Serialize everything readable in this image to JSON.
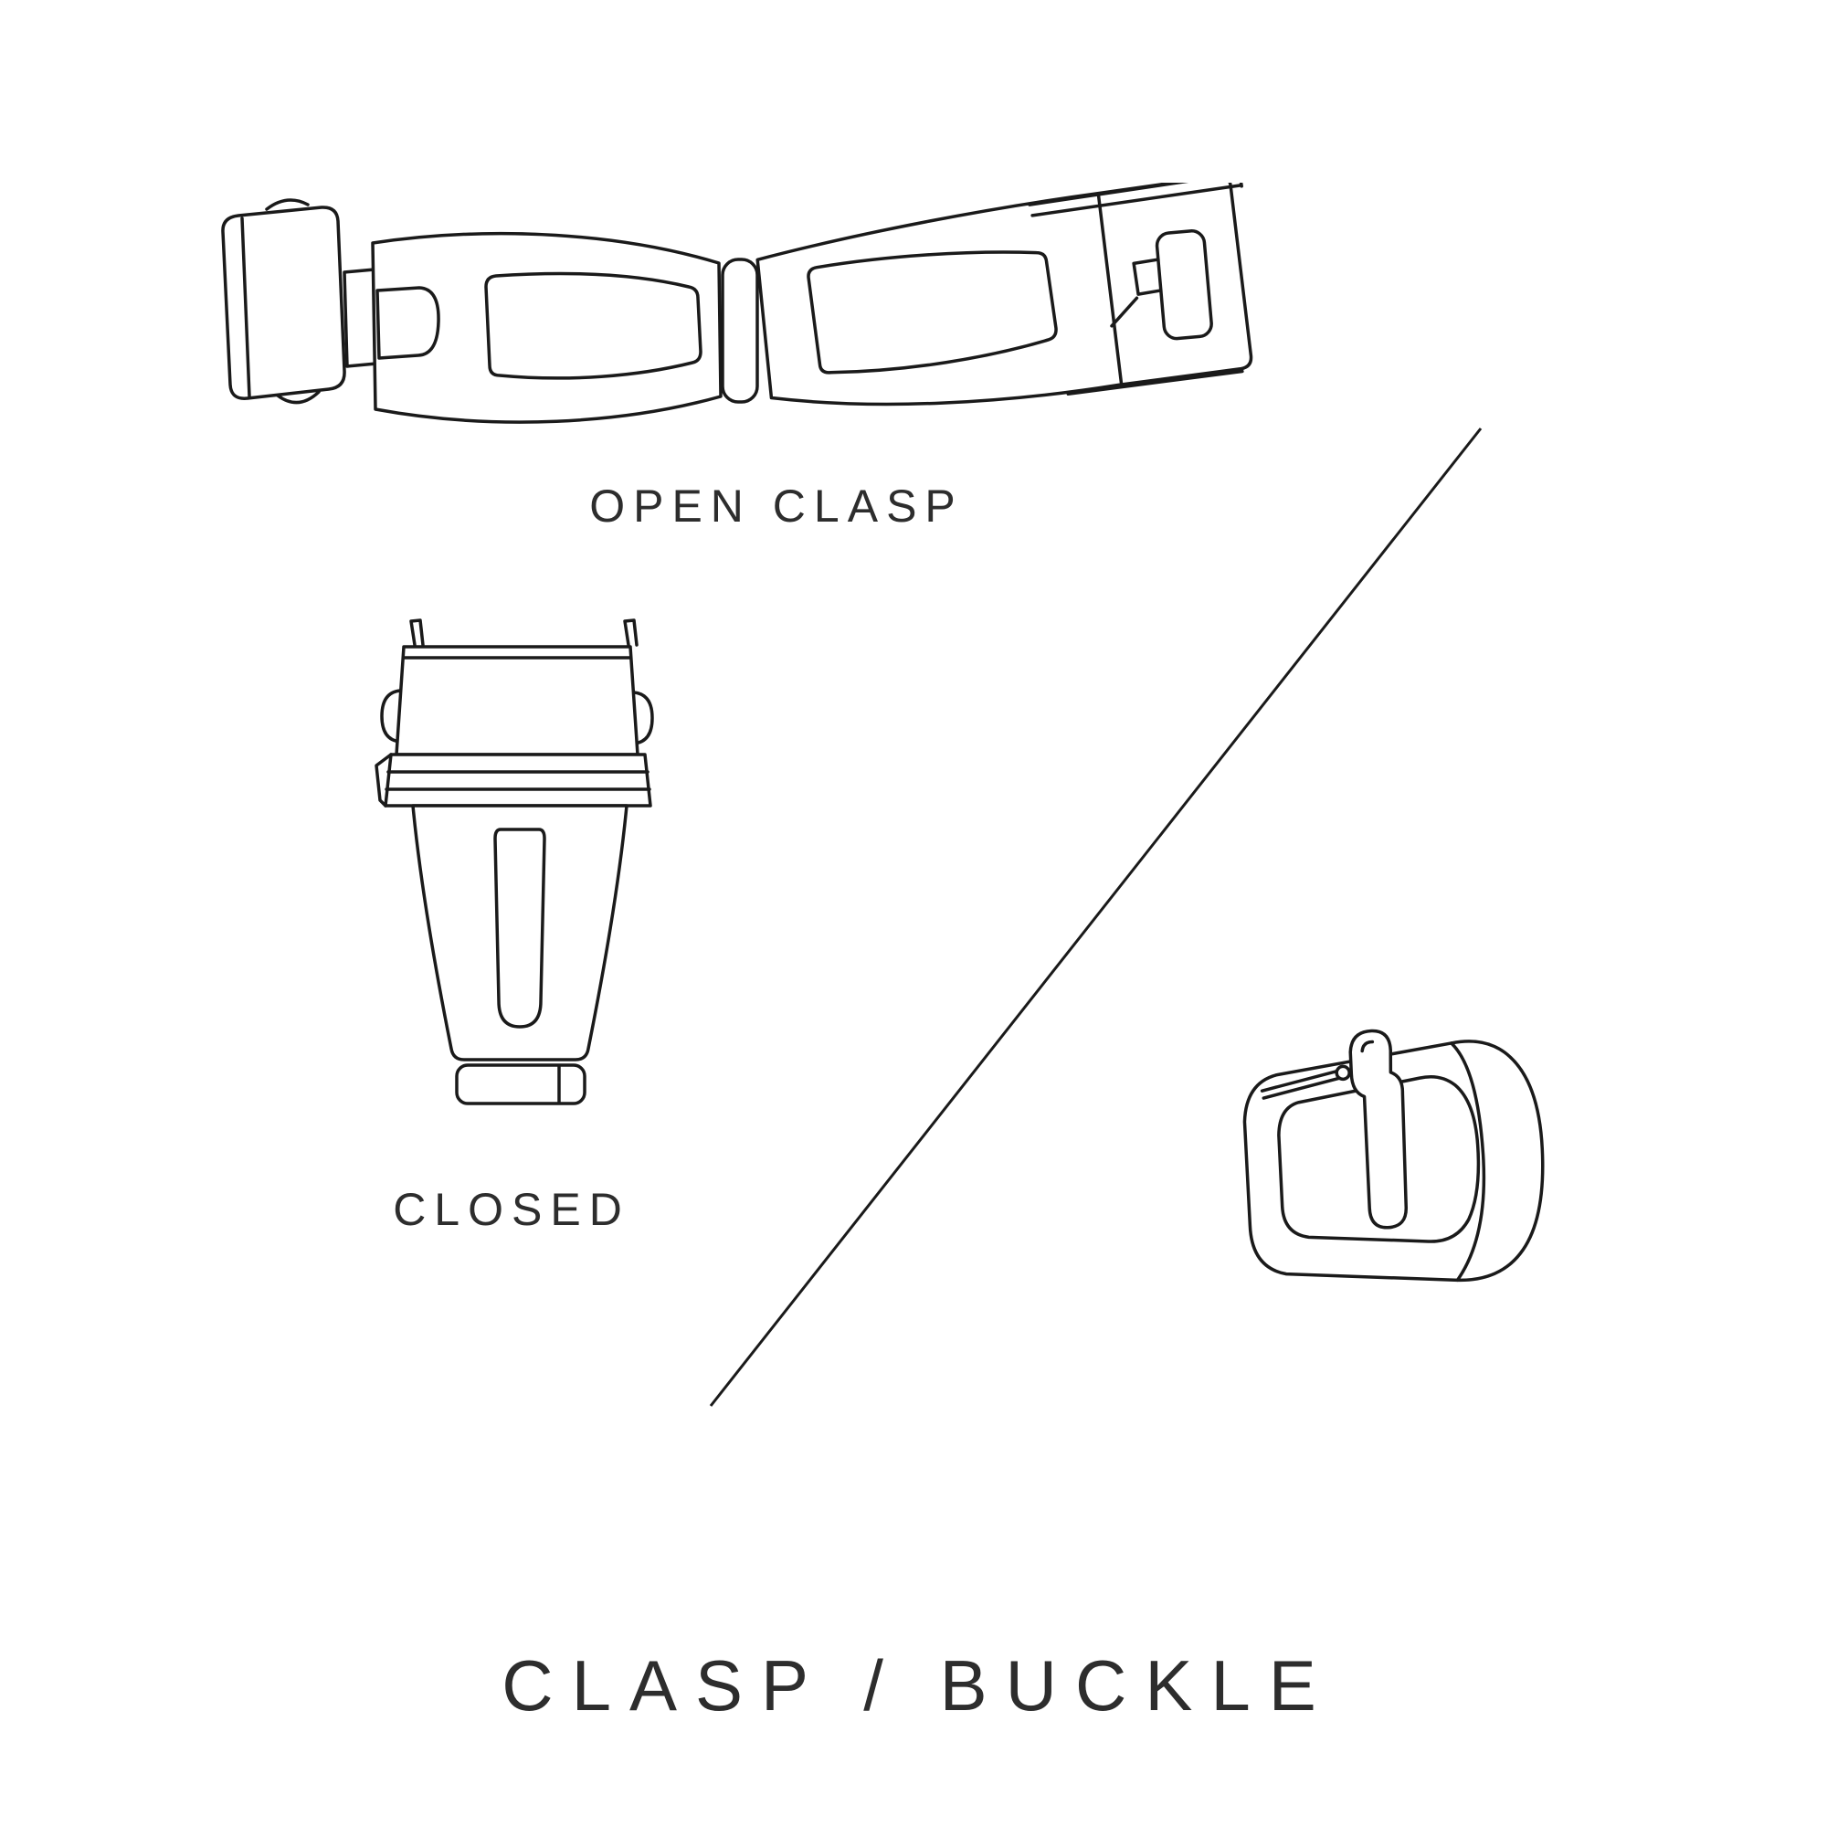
{
  "title": {
    "text": "CLASP / BUCKLE"
  },
  "figures": {
    "open_clasp": {
      "name": "open-clasp-illustration",
      "label": "OPEN CLASP"
    },
    "closed_clasp": {
      "name": "closed-clasp-illustration",
      "label": "CLOSED"
    },
    "buckle": {
      "name": "tang-buckle-illustration",
      "label": ""
    }
  },
  "colors": {
    "background": "#ffffff",
    "line": "#1a1a1a",
    "text": "#2d2d2d"
  }
}
